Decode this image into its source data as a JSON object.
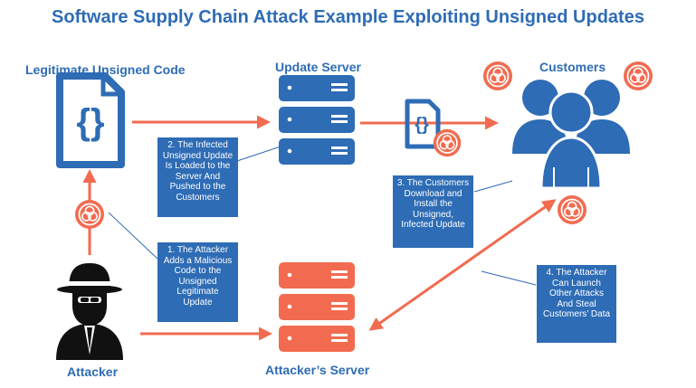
{
  "title": "Software Supply Chain Attack Example Exploiting Unsigned Updates",
  "labels": {
    "legit_code": "Legitimate Unsigned Code",
    "update_server": "Update Server",
    "customers": "Customers",
    "attacker": "Attacker",
    "attacker_server": "Attacker’s Server"
  },
  "notes": {
    "step1": "1. The Attacker Adds a Malicious Code to the Unsigned Legitimate Update",
    "step2": "2. The Infected Unsigned Update Is Loaded to the Server And Pushed to the Customers",
    "step3": "3. The Customers Download and Install the Unsigned, Infected Update",
    "step4": "4. The Attacker Can Launch Other Attacks And Steal Customers’ Data"
  },
  "icons": {
    "code_file": "code-file-icon",
    "server": "server-icon",
    "customers": "people-icon",
    "attacker": "spy-icon",
    "biohazard": "biohazard-icon"
  },
  "colors": {
    "blue": "#2e6cb5",
    "orange": "#f26b50"
  }
}
